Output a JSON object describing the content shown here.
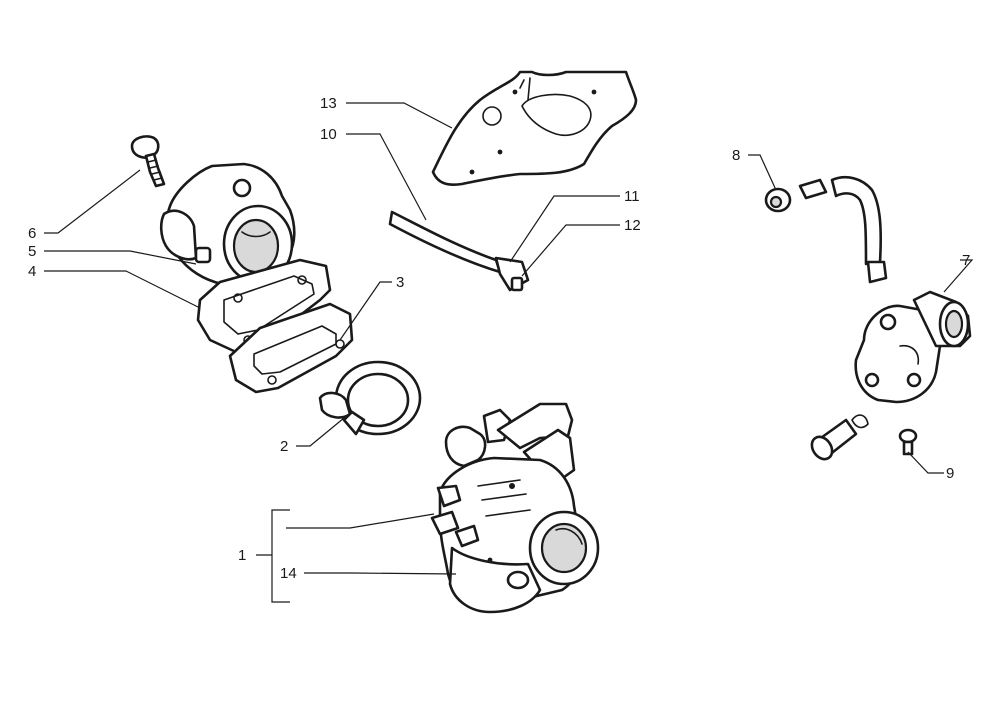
{
  "diagram": {
    "callouts": [
      {
        "id": "c1",
        "text": "1"
      },
      {
        "id": "c2",
        "text": "2"
      },
      {
        "id": "c3",
        "text": "3"
      },
      {
        "id": "c4",
        "text": "4"
      },
      {
        "id": "c5",
        "text": "5"
      },
      {
        "id": "c6",
        "text": "6"
      },
      {
        "id": "c7",
        "text": "7"
      },
      {
        "id": "c8",
        "text": "8"
      },
      {
        "id": "c9",
        "text": "9"
      },
      {
        "id": "c10",
        "text": "10"
      },
      {
        "id": "c11",
        "text": "11"
      },
      {
        "id": "c12",
        "text": "12"
      },
      {
        "id": "c13",
        "text": "13"
      },
      {
        "id": "c14",
        "text": "14"
      }
    ]
  }
}
